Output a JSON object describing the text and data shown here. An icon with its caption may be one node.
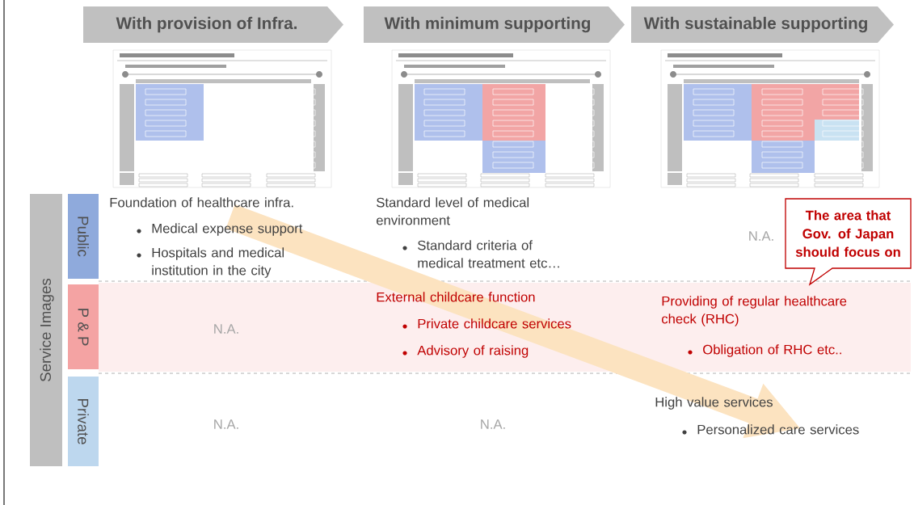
{
  "diagram": {
    "nodes": [
      {
        "text": [
          "With provision of Infra."
        ]
      },
      {
        "text": [
          "With minimum supporting"
        ]
      },
      {
        "text": [
          "With sustainable supporting"
        ]
      },
      {
        "text": [],
        "shape": "picture"
      },
      {
        "text": [],
        "shape": "picture"
      },
      {
        "text": [],
        "shape": "picture"
      },
      {
        "text": [
          "Service Images"
        ]
      },
      {
        "text": [
          "Public"
        ]
      },
      {
        "text": [
          "P & P"
        ]
      },
      {
        "text": [
          "Private"
        ]
      },
      {
        "text": [
          "The area that Gov. of Japan should focus on"
        ]
      }
    ],
    "labels": [
      "Foundation of healthcare infra.",
      "Medical expense support",
      "Hospitals and medical institution in the city",
      "Standard level of medical environment",
      "Standard criteria of medical treatment etc…",
      "N.A.",
      "N.A.",
      "External childcare function",
      "Private childcare services",
      "Advisory of raising",
      "Providing of regular healthcare check (RHC)",
      "Obligation of RHC etc..",
      "N.A.",
      "N.A.",
      "High value services",
      "Personalized care services"
    ]
  }
}
